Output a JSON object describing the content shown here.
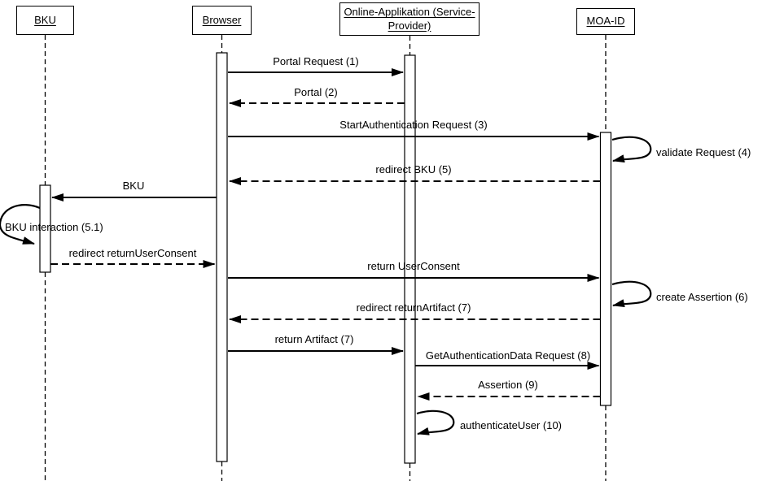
{
  "diagram": {
    "kind": "uml-sequence-diagram",
    "colors": {
      "line": "#000000",
      "background": "#ffffff",
      "text": "#000000"
    },
    "actors": [
      {
        "id": "bku",
        "label": "BKU"
      },
      {
        "id": "browser",
        "label": "Browser"
      },
      {
        "id": "online-app",
        "label": "Online-Applikation (Service-Provider)"
      },
      {
        "id": "moa-id",
        "label": "MOA-ID"
      }
    ],
    "messages": [
      {
        "label": "Portal Request (1)",
        "from": "Browser",
        "to": "Online-Applikation (Service-Provider)",
        "style": "solid"
      },
      {
        "label": "Portal (2)",
        "from": "Online-Applikation (Service-Provider)",
        "to": "Browser",
        "style": "dashed"
      },
      {
        "label": "StartAuthentication Request (3)",
        "from": "Browser",
        "to": "MOA-ID",
        "style": "solid"
      },
      {
        "label": "validate Request (4)",
        "from": "MOA-ID",
        "to": "MOA-ID",
        "style": "self"
      },
      {
        "label": "redirect BKU (5)",
        "from": "MOA-ID",
        "to": "Browser",
        "style": "dashed"
      },
      {
        "label": "BKU",
        "from": "Browser",
        "to": "BKU",
        "style": "solid"
      },
      {
        "label": "BKU interaction (5.1)",
        "from": "BKU",
        "to": "BKU",
        "style": "self"
      },
      {
        "label": "redirect returnUserConsent",
        "from": "BKU",
        "to": "Browser",
        "style": "dashed"
      },
      {
        "label": "return UserConsent",
        "from": "Browser",
        "to": "MOA-ID",
        "style": "solid"
      },
      {
        "label": "create Assertion (6)",
        "from": "MOA-ID",
        "to": "MOA-ID",
        "style": "self"
      },
      {
        "label": "redirect returnArtifact (7)",
        "from": "MOA-ID",
        "to": "Browser",
        "style": "dashed"
      },
      {
        "label": "return Artifact (7)",
        "from": "Browser",
        "to": "Online-Applikation (Service-Provider)",
        "style": "solid"
      },
      {
        "label": "GetAuthenticationData Request (8)",
        "from": "Online-Applikation (Service-Provider)",
        "to": "MOA-ID",
        "style": "solid"
      },
      {
        "label": "Assertion (9)",
        "from": "MOA-ID",
        "to": "Online-Applikation (Service-Provider)",
        "style": "dashed"
      },
      {
        "label": "authenticateUser (10)",
        "from": "Online-Applikation (Service-Provider)",
        "to": "Online-Applikation (Service-Provider)",
        "style": "self"
      }
    ]
  }
}
